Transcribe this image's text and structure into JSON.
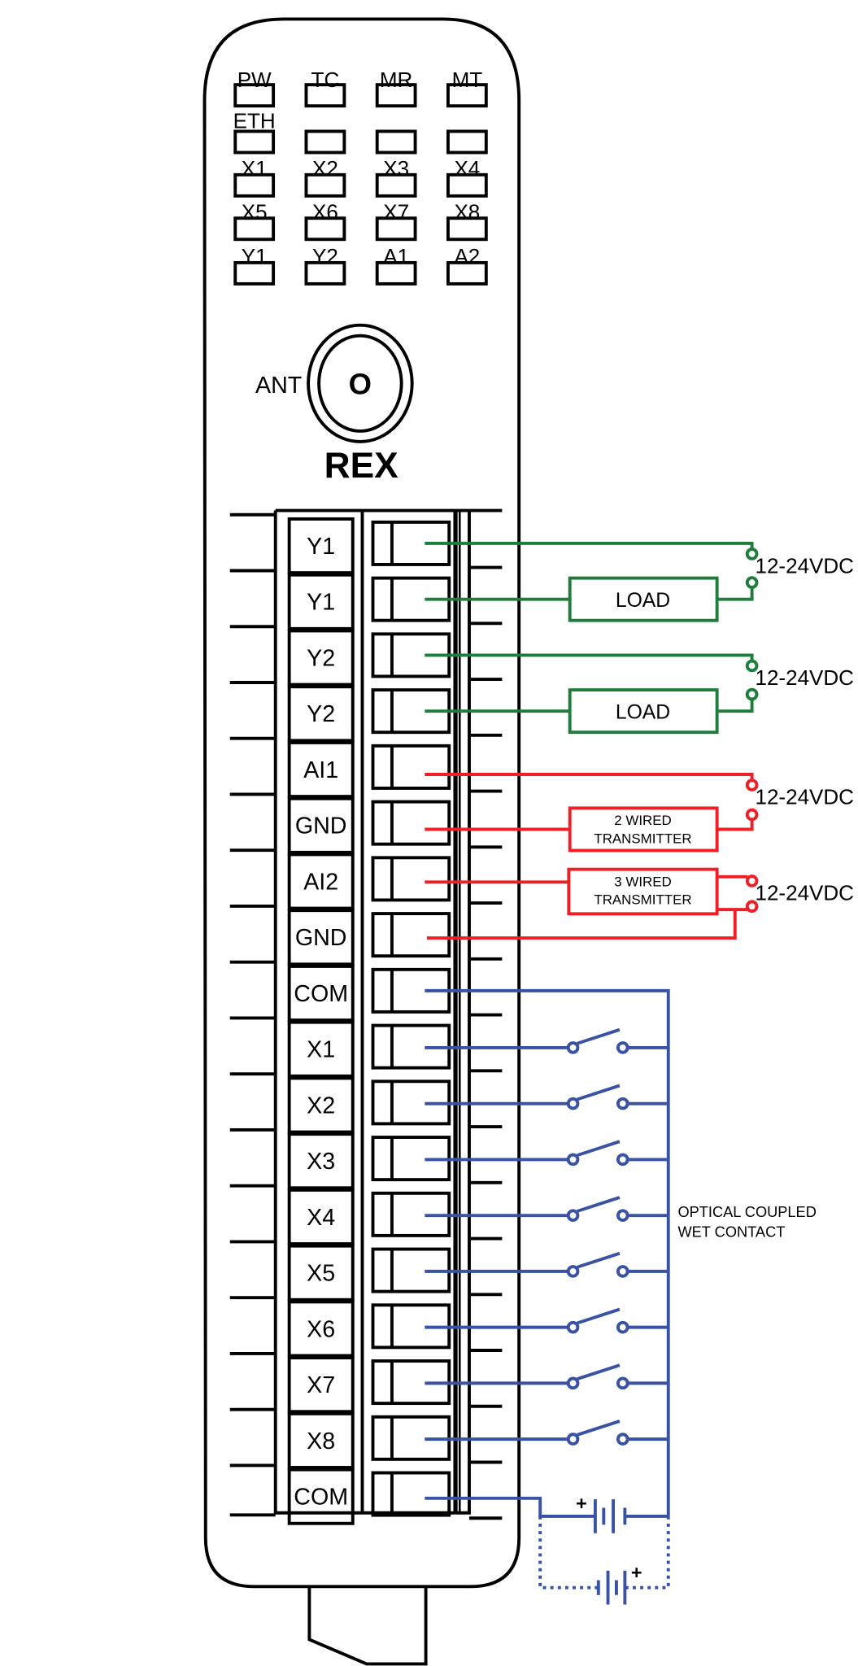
{
  "device": {
    "led_labels": [
      [
        "PW",
        "TC",
        "MR",
        "MT"
      ],
      [
        "ETH",
        "",
        "",
        ""
      ],
      [
        "X1",
        "X2",
        "X3",
        "X4"
      ],
      [
        "X5",
        "X6",
        "X7",
        "X8"
      ],
      [
        "Y1",
        "Y2",
        "A1",
        "A2"
      ]
    ],
    "antenna_label": "ANT",
    "antenna_center": "O",
    "brand": "REX"
  },
  "terminals": [
    "Y1",
    "Y1",
    "Y2",
    "Y2",
    "AI1",
    "GND",
    "AI2",
    "GND",
    "COM",
    "X1",
    "X2",
    "X3",
    "X4",
    "X5",
    "X6",
    "X7",
    "X8",
    "COM"
  ],
  "wiring": {
    "supply_label": "12-24VDC",
    "load_label": "LOAD",
    "transmitter_2wire": [
      "2 WIRED",
      "TRANSMITTER"
    ],
    "transmitter_3wire": [
      "3 WIRED",
      "TRANSMITTER"
    ],
    "input_note": [
      "OPTICAL COUPLED",
      "WET CONTACT"
    ],
    "plus_sign": "+"
  },
  "colors": {
    "outline": "#000000",
    "digital_output": "#1e7d3a",
    "analog_input": "#ee2025",
    "digital_input": "#3a52a3"
  }
}
